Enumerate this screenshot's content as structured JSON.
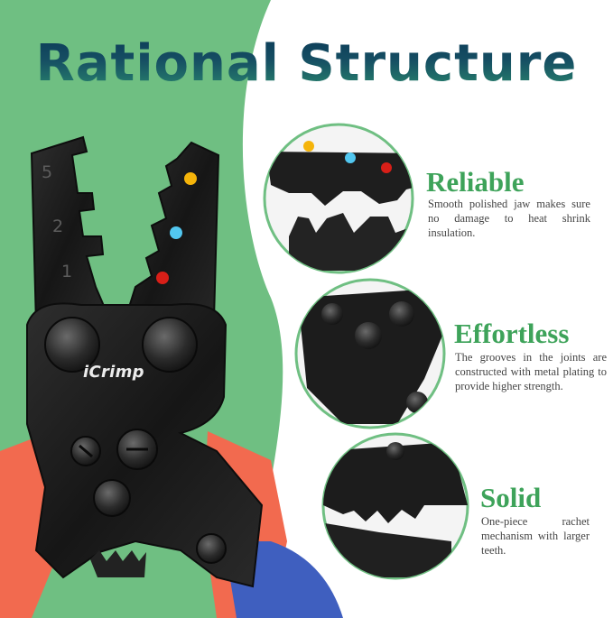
{
  "headline": "Rational Structure",
  "brand_logo": "iCrimp",
  "jaw_size_marks": [
    "5",
    "2",
    "1"
  ],
  "features": [
    {
      "title": "Reliable",
      "description": "Smooth polished jaw makes sure no damage to heat shrink insulation."
    },
    {
      "title": "Effortless",
      "description": "The grooves in the joints are constructed with metal plating to provide higher strength."
    },
    {
      "title": "Solid",
      "description": "One-piece rachet mechanism with larger teeth."
    }
  ],
  "colors": {
    "background_green": "#6fbf82",
    "accent_green": "#3ea35a",
    "handle_red": "#f26a4f",
    "handle_blue": "#3f5fbf",
    "tool_black": "#1c1c1c",
    "dot_yellow": "#f5b40a",
    "dot_blue": "#52c7f0",
    "dot_red": "#d81f18"
  }
}
